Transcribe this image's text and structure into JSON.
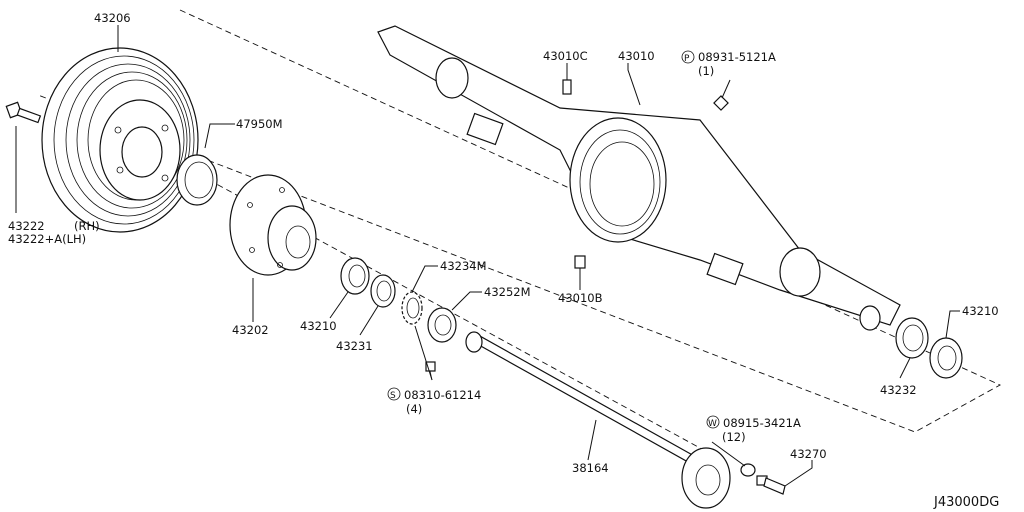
{
  "diagram_code": "J43000DG",
  "callouts": {
    "c43206": "43206",
    "c47950M": "47950M",
    "c43222": "43222",
    "c43222_rh": "(RH)",
    "c43222A": "43222+A(LH)",
    "c43202": "43202",
    "c43210_left": "43210",
    "c43231": "43231",
    "c43234M": "43234M",
    "c43252M": "43252M",
    "c08310_prefix": "S",
    "c08310": "08310-61214",
    "c08310_qty": "(4)",
    "c38164": "38164",
    "c08915_prefix": "W",
    "c08915": "08915-3421A",
    "c08915_qty": "(12)",
    "c43270": "43270",
    "c43010C": "43010C",
    "c43010": "43010",
    "c08931_prefix": "P",
    "c08931": "08931-5121A",
    "c08931_qty": "(1)",
    "c43010B": "43010B",
    "c43210_right": "43210",
    "c43232": "43232"
  }
}
